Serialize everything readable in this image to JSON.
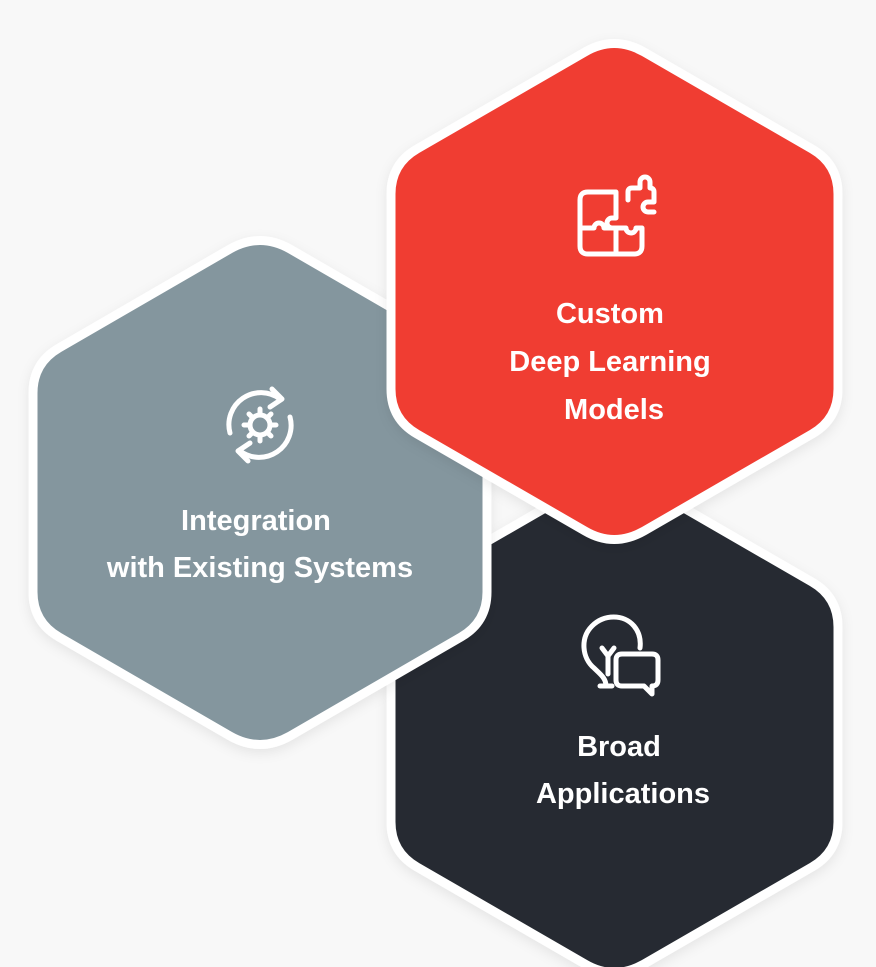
{
  "colors": {
    "background": "#f8f8f8",
    "red": "#f03c32",
    "gray": "#84969e",
    "dark": "#272c32",
    "border": "#ffffff",
    "text": "#ffffff"
  },
  "hexagons": [
    {
      "id": "custom-models",
      "icon": "puzzle-icon",
      "lines": [
        "Custom",
        "Deep Learning",
        "Models"
      ],
      "color": "#f03c32"
    },
    {
      "id": "integration",
      "icon": "sync-gear-icon",
      "lines": [
        "Integration",
        "with Existing Systems"
      ],
      "color": "#84969e"
    },
    {
      "id": "broad-applications",
      "icon": "lightbulb-chat-icon",
      "lines": [
        "Broad",
        "Applications"
      ],
      "color": "#272c32"
    }
  ]
}
